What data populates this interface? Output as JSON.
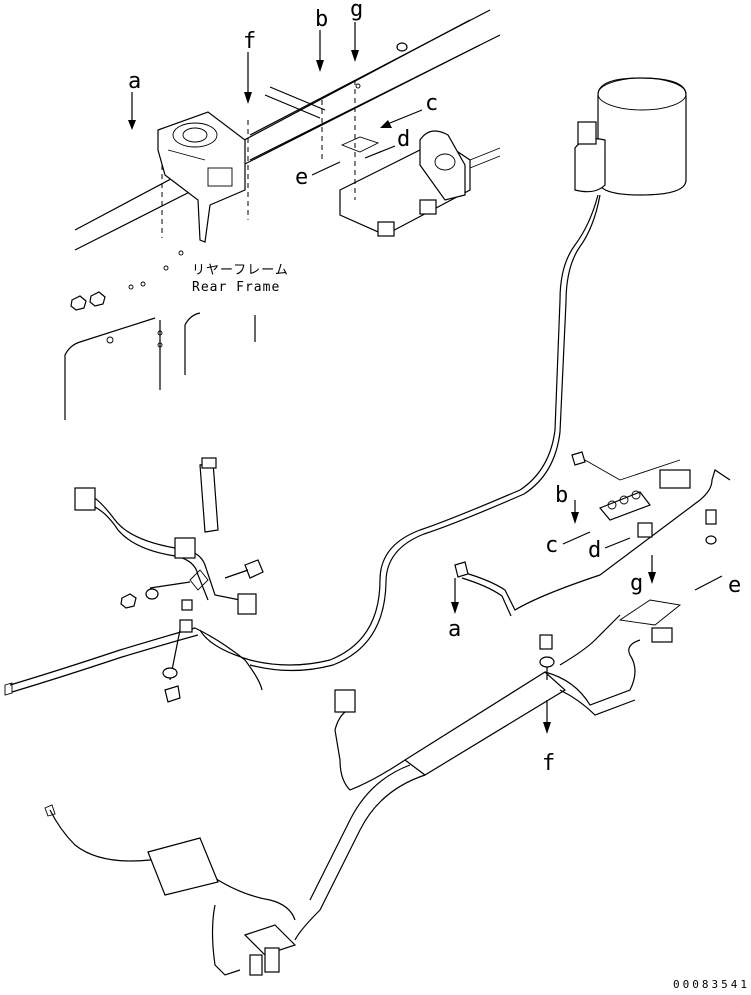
{
  "frame_label_jp": "リヤーフレーム",
  "frame_label_en": "Rear Frame",
  "doc_number": "00083541",
  "callouts": {
    "a": "a",
    "b": "b",
    "c": "c",
    "d": "d",
    "e": "e",
    "f": "f",
    "g": "g"
  }
}
